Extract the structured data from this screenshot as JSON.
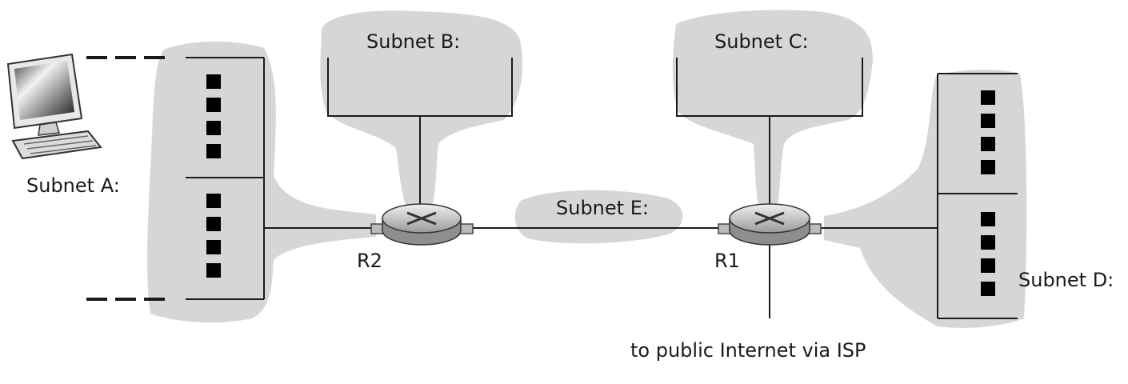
{
  "subnets": {
    "a": "Subnet A:",
    "b": "Subnet B:",
    "c": "Subnet C:",
    "d": "Subnet D:",
    "e": "Subnet E:"
  },
  "routers": {
    "r1": "R1",
    "r2": "R2"
  },
  "isp_label": "to public Internet via ISP"
}
